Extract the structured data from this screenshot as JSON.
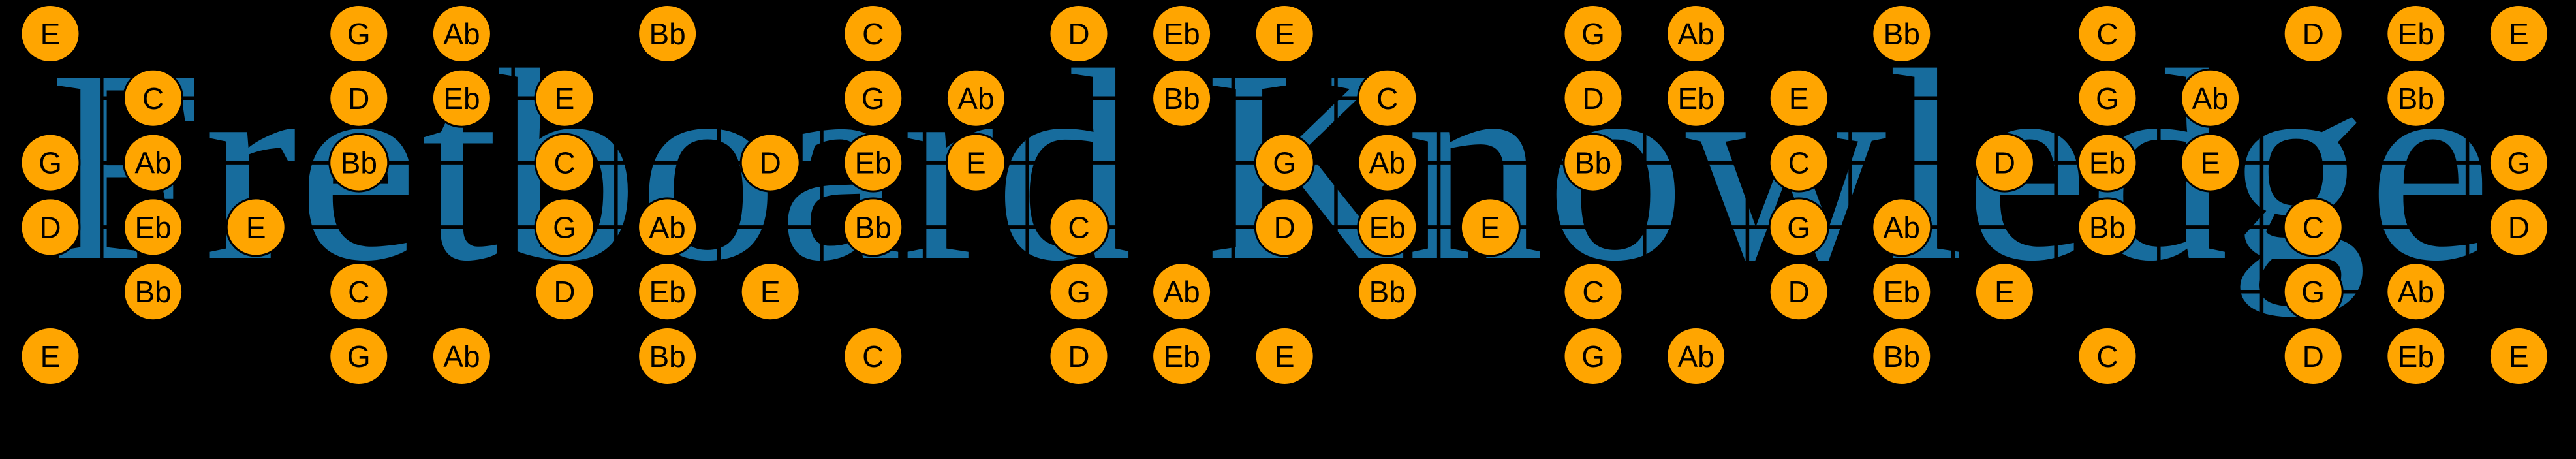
{
  "title": {
    "text": "Fretboard Knowledge",
    "color": "#176C9D"
  },
  "colors": {
    "background": "#000000",
    "grid_line": "#000000",
    "note_fill": "#FFA500",
    "note_outline": "#000000",
    "note_text": "#000000"
  },
  "fretboard": {
    "strings_count": 6,
    "frets_count": 24,
    "note_names_used": [
      "C",
      "D",
      "Eb",
      "E",
      "G",
      "Ab",
      "Bb"
    ],
    "strings": [
      {
        "row": 1,
        "notes": [
          {
            "fret": 0,
            "label": "E"
          },
          {
            "fret": 3,
            "label": "G"
          },
          {
            "fret": 4,
            "label": "Ab"
          },
          {
            "fret": 6,
            "label": "Bb"
          },
          {
            "fret": 8,
            "label": "C"
          },
          {
            "fret": 10,
            "label": "D"
          },
          {
            "fret": 11,
            "label": "Eb"
          },
          {
            "fret": 12,
            "label": "E"
          },
          {
            "fret": 15,
            "label": "G"
          },
          {
            "fret": 16,
            "label": "Ab"
          },
          {
            "fret": 18,
            "label": "Bb"
          },
          {
            "fret": 20,
            "label": "C"
          },
          {
            "fret": 22,
            "label": "D"
          },
          {
            "fret": 23,
            "label": "Eb"
          },
          {
            "fret": 24,
            "label": "E"
          }
        ]
      },
      {
        "row": 2,
        "notes": [
          {
            "fret": 1,
            "label": "C"
          },
          {
            "fret": 3,
            "label": "D"
          },
          {
            "fret": 4,
            "label": "Eb"
          },
          {
            "fret": 5,
            "label": "E"
          },
          {
            "fret": 8,
            "label": "G"
          },
          {
            "fret": 9,
            "label": "Ab"
          },
          {
            "fret": 11,
            "label": "Bb"
          },
          {
            "fret": 13,
            "label": "C"
          },
          {
            "fret": 15,
            "label": "D"
          },
          {
            "fret": 16,
            "label": "Eb"
          },
          {
            "fret": 17,
            "label": "E"
          },
          {
            "fret": 20,
            "label": "G"
          },
          {
            "fret": 21,
            "label": "Ab"
          },
          {
            "fret": 23,
            "label": "Bb"
          }
        ]
      },
      {
        "row": 3,
        "notes": [
          {
            "fret": 0,
            "label": "G"
          },
          {
            "fret": 1,
            "label": "Ab"
          },
          {
            "fret": 3,
            "label": "Bb"
          },
          {
            "fret": 5,
            "label": "C"
          },
          {
            "fret": 7,
            "label": "D"
          },
          {
            "fret": 8,
            "label": "Eb"
          },
          {
            "fret": 9,
            "label": "E"
          },
          {
            "fret": 12,
            "label": "G"
          },
          {
            "fret": 13,
            "label": "Ab"
          },
          {
            "fret": 15,
            "label": "Bb"
          },
          {
            "fret": 17,
            "label": "C"
          },
          {
            "fret": 19,
            "label": "D"
          },
          {
            "fret": 20,
            "label": "Eb"
          },
          {
            "fret": 21,
            "label": "E"
          },
          {
            "fret": 24,
            "label": "G"
          }
        ]
      },
      {
        "row": 4,
        "notes": [
          {
            "fret": 0,
            "label": "D"
          },
          {
            "fret": 1,
            "label": "Eb"
          },
          {
            "fret": 2,
            "label": "E"
          },
          {
            "fret": 5,
            "label": "G"
          },
          {
            "fret": 6,
            "label": "Ab"
          },
          {
            "fret": 8,
            "label": "Bb"
          },
          {
            "fret": 10,
            "label": "C"
          },
          {
            "fret": 12,
            "label": "D"
          },
          {
            "fret": 13,
            "label": "Eb"
          },
          {
            "fret": 14,
            "label": "E"
          },
          {
            "fret": 17,
            "label": "G"
          },
          {
            "fret": 18,
            "label": "Ab"
          },
          {
            "fret": 20,
            "label": "Bb"
          },
          {
            "fret": 22,
            "label": "C"
          },
          {
            "fret": 24,
            "label": "D"
          }
        ]
      },
      {
        "row": 5,
        "notes": [
          {
            "fret": 1,
            "label": "Bb"
          },
          {
            "fret": 3,
            "label": "C"
          },
          {
            "fret": 5,
            "label": "D"
          },
          {
            "fret": 6,
            "label": "Eb"
          },
          {
            "fret": 7,
            "label": "E"
          },
          {
            "fret": 10,
            "label": "G"
          },
          {
            "fret": 11,
            "label": "Ab"
          },
          {
            "fret": 13,
            "label": "Bb"
          },
          {
            "fret": 15,
            "label": "C"
          },
          {
            "fret": 17,
            "label": "D"
          },
          {
            "fret": 18,
            "label": "Eb"
          },
          {
            "fret": 19,
            "label": "E"
          },
          {
            "fret": 22,
            "label": "G"
          },
          {
            "fret": 23,
            "label": "Ab"
          }
        ]
      },
      {
        "row": 6,
        "notes": [
          {
            "fret": 0,
            "label": "E"
          },
          {
            "fret": 3,
            "label": "G"
          },
          {
            "fret": 4,
            "label": "Ab"
          },
          {
            "fret": 6,
            "label": "Bb"
          },
          {
            "fret": 8,
            "label": "C"
          },
          {
            "fret": 10,
            "label": "D"
          },
          {
            "fret": 11,
            "label": "Eb"
          },
          {
            "fret": 12,
            "label": "E"
          },
          {
            "fret": 15,
            "label": "G"
          },
          {
            "fret": 16,
            "label": "Ab"
          },
          {
            "fret": 18,
            "label": "Bb"
          },
          {
            "fret": 20,
            "label": "C"
          },
          {
            "fret": 22,
            "label": "D"
          },
          {
            "fret": 23,
            "label": "Eb"
          },
          {
            "fret": 24,
            "label": "E"
          }
        ]
      }
    ]
  }
}
